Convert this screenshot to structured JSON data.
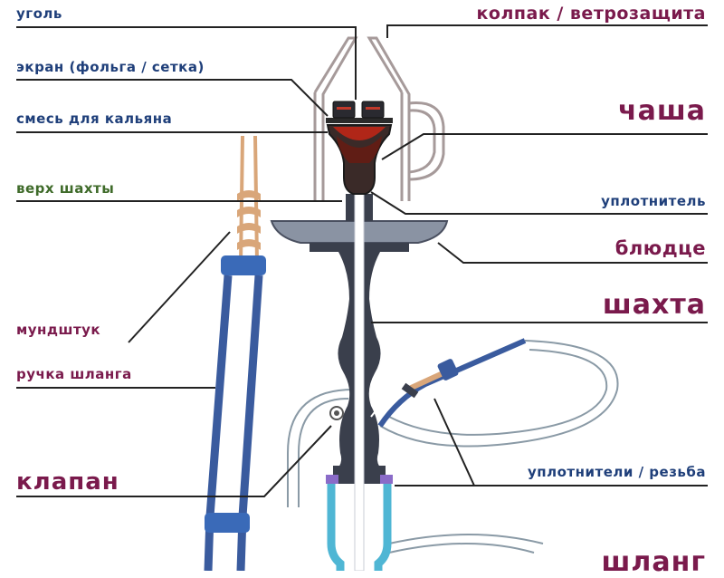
{
  "colors": {
    "blue_label": "#1f3f7a",
    "green_label": "#3f6b2a",
    "maroon_label": "#7a1a4c",
    "line": "#222222",
    "body_dark": "#3a3f4c",
    "hose_blue": "#3a5b9e",
    "hose_cyan": "#4fb6d4",
    "bowl_red": "#8a1810",
    "grey": "#9a8f8f"
  },
  "labels": {
    "coal": "уголь",
    "screen": "экран (фольга / сетка)",
    "mix": "смесь для кальяна",
    "stem_top": "верх шахты",
    "mouthpiece": "мундштук",
    "hose_handle": "ручка шланга",
    "valve": "клапан",
    "cap": "колпак / ветрозащита",
    "bowl": "чаша",
    "seal": "уплотнитель",
    "plate": "блюдце",
    "stem": "шахта",
    "seals_thread": "уплотнители / резьба",
    "hose": "шланг"
  }
}
